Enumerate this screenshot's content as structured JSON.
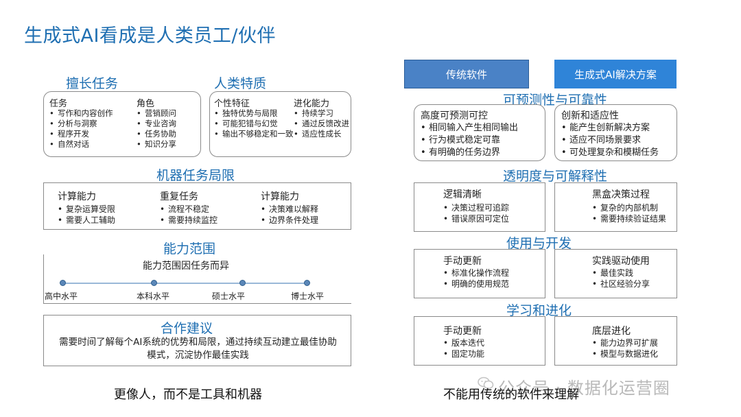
{
  "title": "生成式AI看成是人类员工/伙伴",
  "left": {
    "tasks_heading": "擅长任务",
    "traits_heading": "人类特质",
    "tasks_col": {
      "heading": "任务",
      "items": [
        "写作和内容创作",
        "分析与洞察",
        "程序开发",
        "自然对话"
      ]
    },
    "roles_col": {
      "heading": "角色",
      "items": [
        "营销顾问",
        "专业咨询",
        "任务协助",
        "知识分享"
      ]
    },
    "personality_col": {
      "heading": "个性特征",
      "items": [
        "独特优势与局限",
        "可能犯错与幻觉",
        "输出不够稳定和一致"
      ]
    },
    "evolution_col": {
      "heading": "进化能力",
      "items": [
        "持续学习",
        "通过反馈改进",
        "适应性成长"
      ]
    },
    "limits_heading": "机器任务局限",
    "limits": [
      {
        "heading": "计算能力",
        "items": [
          "复杂运算受限",
          "需要人工辅助"
        ]
      },
      {
        "heading": "重复任务",
        "items": [
          "流程不稳定",
          "需要持续监控"
        ]
      },
      {
        "heading": "计算能力",
        "items": [
          "决策难以解释",
          "边界条件处理"
        ]
      }
    ],
    "ability_heading": "能力范围",
    "ability_subtitle": "能力范围因任务而异",
    "ability_levels": [
      "高中水平",
      "本科水平",
      "硕士水平",
      "博士水平"
    ],
    "coop_heading": "合作建议",
    "coop_text": "需要时间了解每个AI系统的优势和局限，通过持续互动建立最佳协助模式，沉淀协作最佳实践",
    "caption": "更像人，而不是工具和机器"
  },
  "right": {
    "btn_traditional": "传统软件",
    "btn_genai": "生成式AI解决方案",
    "sections": [
      {
        "heading": "可预测性与可靠性",
        "left": {
          "heading": "高度可预测可控",
          "items": [
            "相同输入产生相同输出",
            "行为模式稳定可靠",
            "有明确的任务边界"
          ]
        },
        "right": {
          "heading": "创新和适应性",
          "items": [
            "能产生创新解决方案",
            "适应不同场景要求",
            "可处理复杂和模糊任务"
          ]
        }
      },
      {
        "heading": "透明度与可解释性",
        "left": {
          "heading": "逻辑清晰",
          "items": [
            "决策过程可追踪",
            "错误原因可定位"
          ]
        },
        "right": {
          "heading": "黑盒决策过程",
          "items": [
            "复杂的内部机制",
            "需要持续验证结果"
          ]
        }
      },
      {
        "heading": "使用与开发",
        "left": {
          "heading": "手动更新",
          "items": [
            "标准化操作流程",
            "明确的使用规范"
          ]
        },
        "right": {
          "heading": "实践驱动使用",
          "items": [
            "最佳实践",
            "社区经验分享"
          ]
        }
      },
      {
        "heading": "学习和进化",
        "left": {
          "heading": "手动更新",
          "items": [
            "版本迭代",
            "固定功能"
          ]
        },
        "right": {
          "heading": "底层进化",
          "items": [
            "能力边界可扩展",
            "模型与数据进化"
          ]
        }
      }
    ],
    "caption": "不能用传统的软件来理解",
    "watermark": "公众号 · 数据化运营圈"
  },
  "colors": {
    "accent": "#1f6fb2",
    "btn_traditional": "#4a82c6",
    "btn_genai": "#2f84d8",
    "timeline": "#9ab8d8",
    "dot": "#5b87b8"
  }
}
